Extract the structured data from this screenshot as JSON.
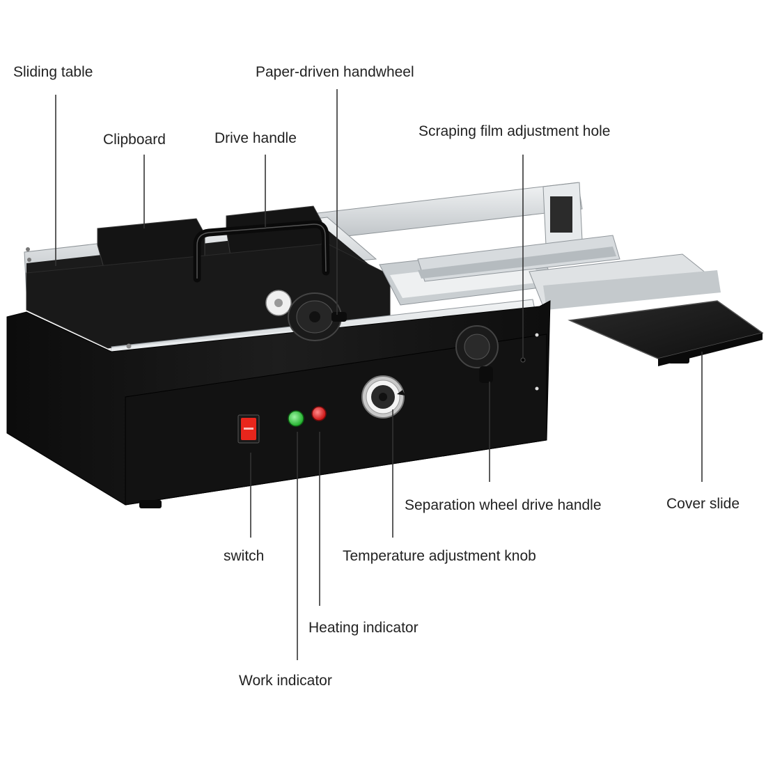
{
  "labels": {
    "sliding_table": "Sliding table",
    "paper_driven_handwheel": "Paper-driven handwheel",
    "clipboard": "Clipboard",
    "drive_handle": "Drive handle",
    "scraping_film_adjustment_hole": "Scraping film adjustment hole",
    "separation_wheel_drive_handle": "Separation wheel drive handle",
    "cover_slide": "Cover slide",
    "switch": "switch",
    "temperature_adjustment_knob": "Temperature adjustment knob",
    "heating_indicator": "Heating indicator",
    "work_indicator": "Work indicator"
  },
  "colors": {
    "machine_body": "#111111",
    "machine_top": "#1c1c1c",
    "rail_silver": "#d9dde0",
    "leader_line": "#333333",
    "switch_red": "#e8261c",
    "work_led_green": "#2fc93b",
    "heating_led_red": "#e11b1b"
  }
}
